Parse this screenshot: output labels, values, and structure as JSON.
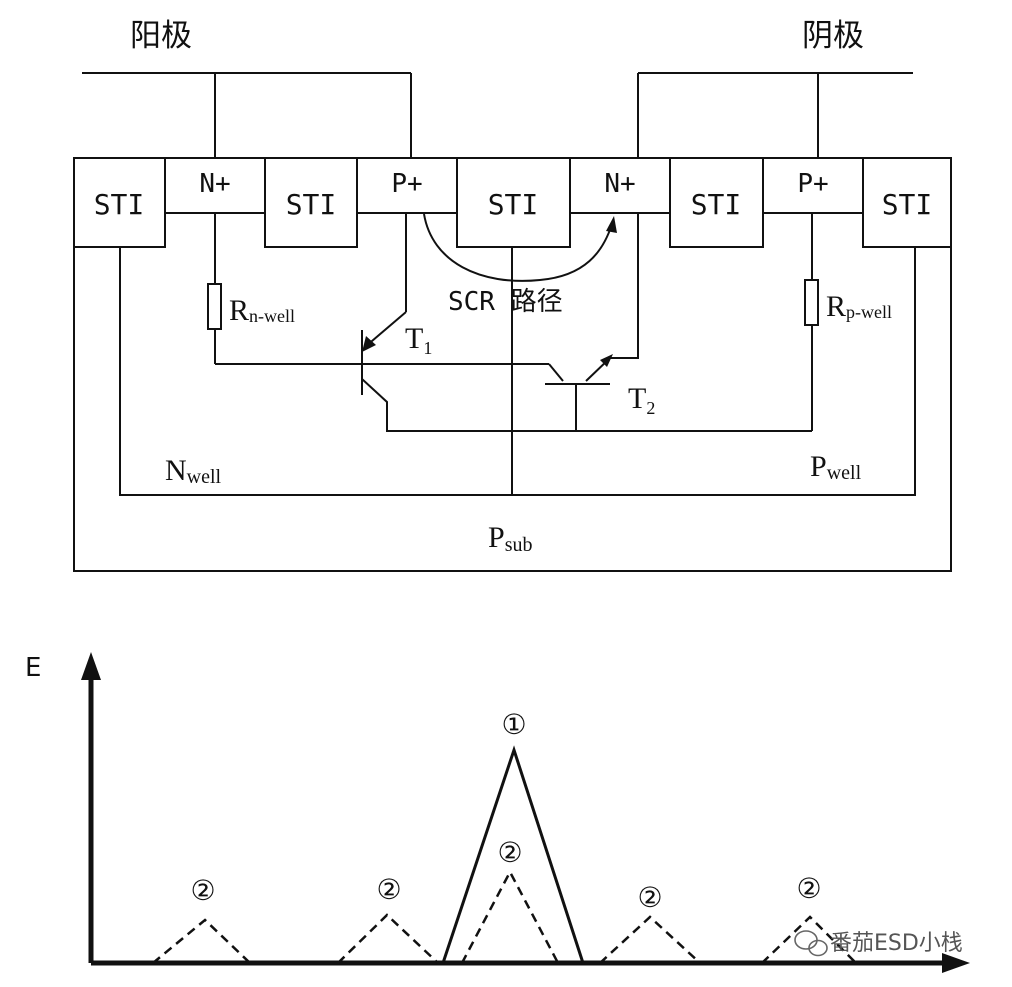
{
  "top": {
    "anode_label": "阳极",
    "cathode_label": "阴极",
    "regions": {
      "sti": "STI",
      "n_plus": "N+",
      "p_plus": "P+"
    },
    "scr_path_label": "SCR 路径",
    "r_nwell": {
      "main": "R",
      "sub": "n-well"
    },
    "r_pwell": {
      "main": "R",
      "sub": "p-well"
    },
    "t1": {
      "main": "T",
      "sub": "1"
    },
    "t2": {
      "main": "T",
      "sub": "2"
    },
    "nwell": {
      "main": "N",
      "sub": "well"
    },
    "pwell": {
      "main": "P",
      "sub": "well"
    },
    "psub": {
      "main": "P",
      "sub": "sub"
    }
  },
  "bottom": {
    "y_axis_label": "E",
    "peak_main_marker": "①",
    "peak_secondary_marker": "②"
  },
  "watermark": "番茄ESD小栈"
}
